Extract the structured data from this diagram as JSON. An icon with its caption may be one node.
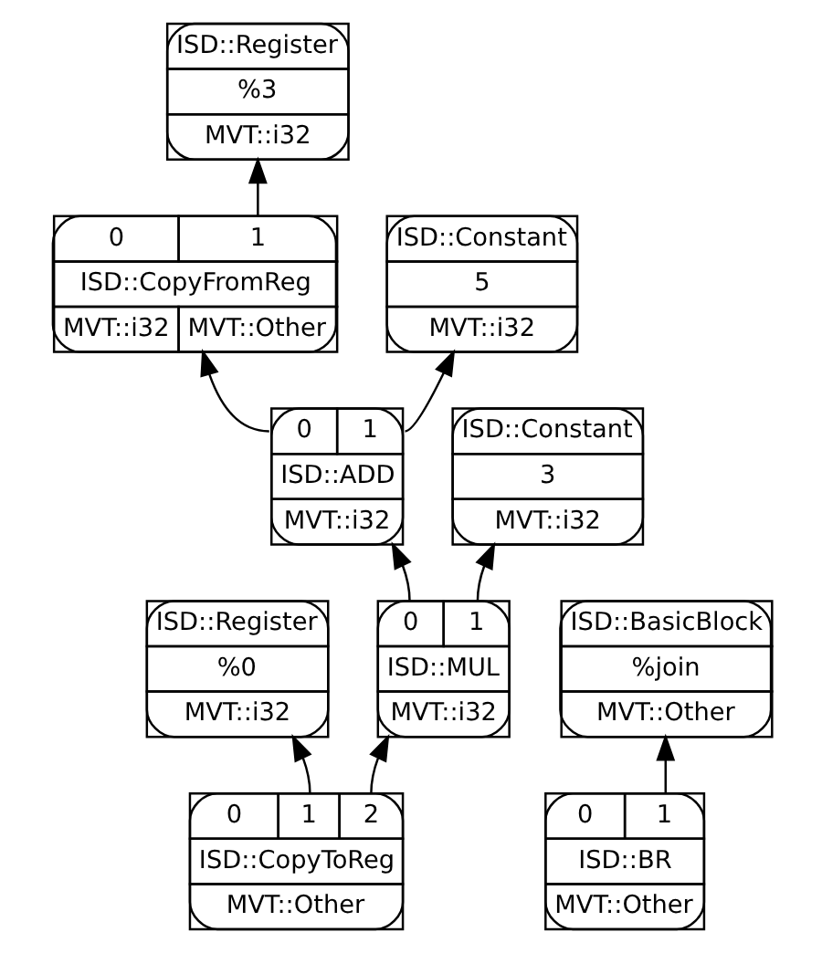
{
  "diagram": {
    "nodes": [
      {
        "text": [
          "ISD::Register",
          "%3",
          "MVT::i32"
        ]
      },
      {
        "text": [
          "0",
          "1",
          "ISD::CopyFromReg",
          "MVT::i32",
          "MVT::Other"
        ]
      },
      {
        "text": [
          "ISD::Constant",
          "5",
          "MVT::i32"
        ]
      },
      {
        "text": [
          "0",
          "1",
          "ISD::ADD",
          "MVT::i32"
        ]
      },
      {
        "text": [
          "ISD::Register",
          "%0",
          "MVT::i32"
        ]
      },
      {
        "text": [
          "ISD::Constant",
          "3",
          "MVT::i32"
        ]
      },
      {
        "text": [
          "0",
          "1",
          "ISD::MUL",
          "MVT::i32"
        ]
      },
      {
        "text": [
          "0",
          "1",
          "2",
          "ISD::CopyToReg",
          "MVT::Other"
        ]
      },
      {
        "text": [
          "ISD::BasicBlock",
          "%join",
          "MVT::Other"
        ]
      },
      {
        "text": [
          "0",
          "1",
          "ISD::BR",
          "MVT::Other"
        ]
      }
    ],
    "edges": [
      {
        "from": 1,
        "to": 0,
        "arrow": "to"
      },
      {
        "from": 3,
        "to": 1,
        "arrow": "to"
      },
      {
        "from": 3,
        "to": 2,
        "arrow": "to"
      },
      {
        "from": 6,
        "to": 3,
        "arrow": "to"
      },
      {
        "from": 6,
        "to": 5,
        "arrow": "to"
      },
      {
        "from": 7,
        "to": 4,
        "arrow": "to"
      },
      {
        "from": 7,
        "to": 6,
        "arrow": "to"
      },
      {
        "from": 9,
        "to": 8,
        "arrow": "to"
      }
    ]
  }
}
